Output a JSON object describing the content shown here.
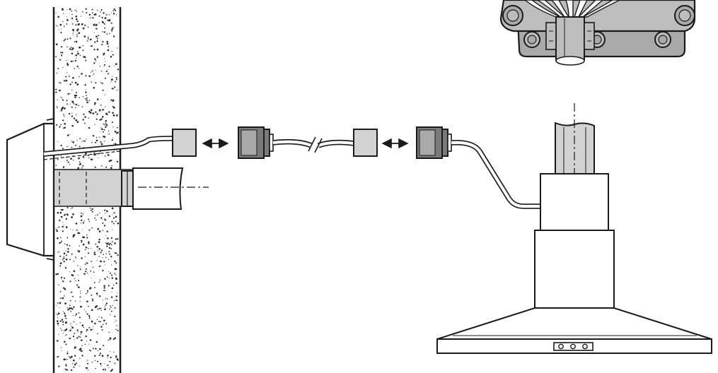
{
  "diagram": {
    "colors": {
      "line": "#1a1a1a",
      "wall_fill": "#ffffff",
      "wall_speckle": "#2a2a2a",
      "light_grey": "#d2d2d2",
      "mid_grey": "#bdbdbd",
      "dark_grey": "#7a7a7a",
      "panel_grey": "#a9a9a9",
      "white": "#ffffff"
    },
    "components": [
      "masonry-wall",
      "external-wall-vent",
      "duct-through-wall",
      "wall-cable-plug-female",
      "cable-plug-male-1",
      "extension-cable",
      "cable-plug-female-2",
      "hood-cable-plug-male",
      "chimney-hood",
      "motor-terminal-block-detail"
    ],
    "connections": [
      "bidirectional-arrow-1",
      "bidirectional-arrow-2"
    ],
    "hood_controls": {
      "button_count": 3
    }
  }
}
